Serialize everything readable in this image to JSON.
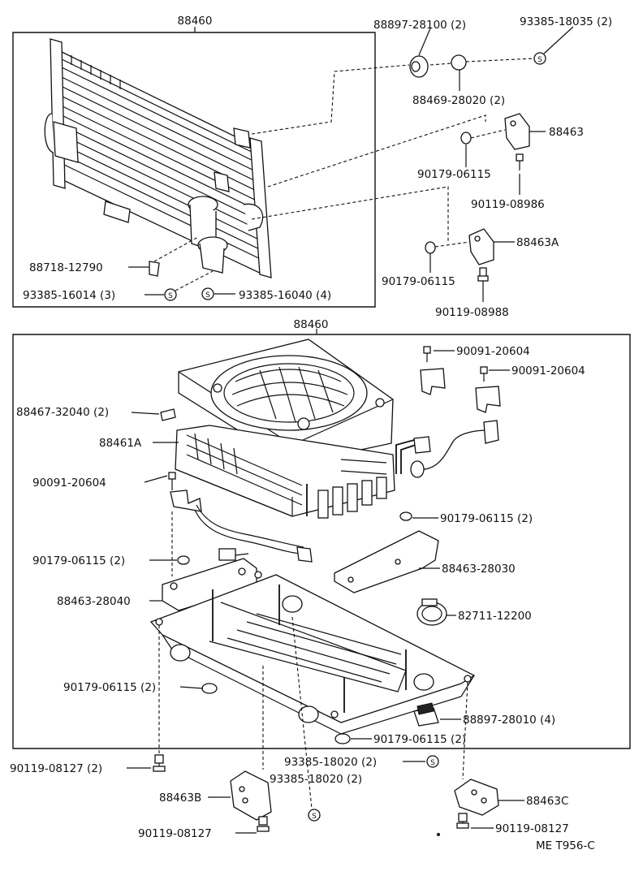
{
  "figure_code": "ME T956-C",
  "symbol_s": "S",
  "upper_group": {
    "title": "88460",
    "labels": [
      "88897-28100 (2)",
      "93385-18035 (2)",
      "88469-28020 (2)",
      "88463",
      "90179-06115",
      "90119-08986",
      "88463A",
      "90179-06115",
      "90119-08988",
      "88718-12790",
      "93385-16014 (3)",
      "93385-16040 (4)"
    ]
  },
  "lower_group": {
    "title": "88460",
    "labels": [
      "90091-20604",
      "90091-20604",
      "88467-32040 (2)",
      "88461A",
      "90091-20604",
      "90179-06115 (2)",
      "90179-06115 (2)",
      "88463-28030",
      "88463-28040",
      "82711-12200",
      "90179-06115 (2)",
      "88897-28010 (4)",
      "90179-06115 (2)"
    ]
  },
  "outside_labels": [
    "90119-08127 (2)",
    "93385-18020 (2)",
    "93385-18020 (2)",
    "88463B",
    "88463C",
    "90119-08127",
    "90119-08127"
  ]
}
